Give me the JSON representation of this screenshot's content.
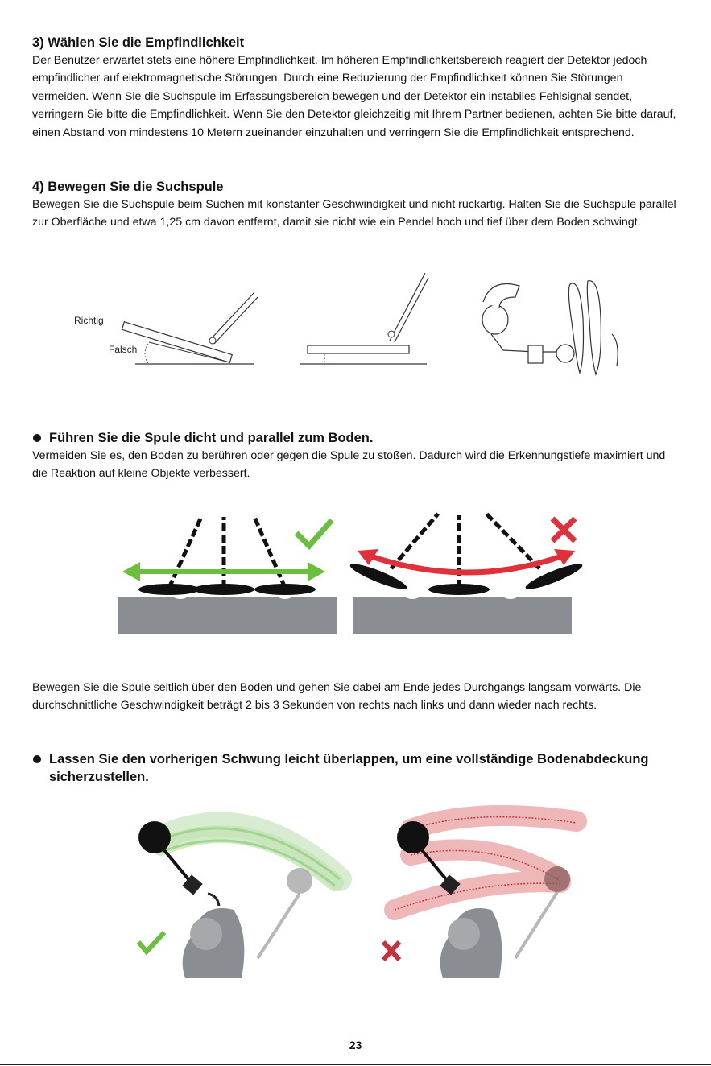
{
  "section3": {
    "heading": "3) Wählen Sie die Empfindlichkeit",
    "body": "Der Benutzer erwartet stets eine höhere Empfindlichkeit. Im höheren Empfindlichkeitsbereich reagiert der Detektor jedoch empfindlicher auf elektromagnetische Störungen. Durch eine Reduzierung der Empfindlichkeit können Sie Störungen vermeiden. Wenn Sie die Suchspule im Erfassungsbereich bewegen und der Detektor ein instabiles Fehlsignal sendet, verringern Sie bitte die Empfindlichkeit. Wenn Sie den Detektor gleichzeitig mit Ihrem Partner bedienen, achten Sie bitte darauf, einen Abstand von mindestens 10 Metern zueinander einzuhalten und verringern Sie die Empfindlichkeit entsprechend."
  },
  "section4": {
    "heading": "4) Bewegen Sie die Suchspule",
    "body": "Bewegen Sie die Suchspule beim Suchen mit konstanter Geschwindigkeit und nicht ruckartig. Halten Sie die Suchspule parallel zur Oberfläche und etwa 1,25 cm davon entfernt, damit sie nicht wie ein Pendel hoch und tief über dem Boden schwingt."
  },
  "figure1": {
    "label_right": "Richtig",
    "label_wrong": "Falsch"
  },
  "bullet1": {
    "title": "Führen Sie die Spule dicht und parallel zum Boden.",
    "body": "Vermeiden Sie es, den Boden zu berühren oder gegen die Spule zu stoßen. Dadurch wird die Erkennungstiefe maximiert und die Reaktion auf kleine Objekte verbessert."
  },
  "paragraph_sweep": {
    "body": "Bewegen Sie die Spule seitlich über den Boden und gehen Sie dabei am Ende jedes Durchgangs langsam vorwärts. Die durchschnittliche Geschwindigkeit beträgt 2 bis 3 Sekunden von rechts nach links und dann wieder nach rechts."
  },
  "bullet2": {
    "title": "Lassen Sie den vorherigen Schwung leicht überlappen, um eine vollständige Bodenabdeckung sicherzustellen."
  },
  "colors": {
    "correct_green": "#6abf3c",
    "wrong_red": "#e0303a",
    "ground_gray": "#8a8d92"
  },
  "icons": [
    "check-icon",
    "cross-icon"
  ],
  "page_number": "23"
}
